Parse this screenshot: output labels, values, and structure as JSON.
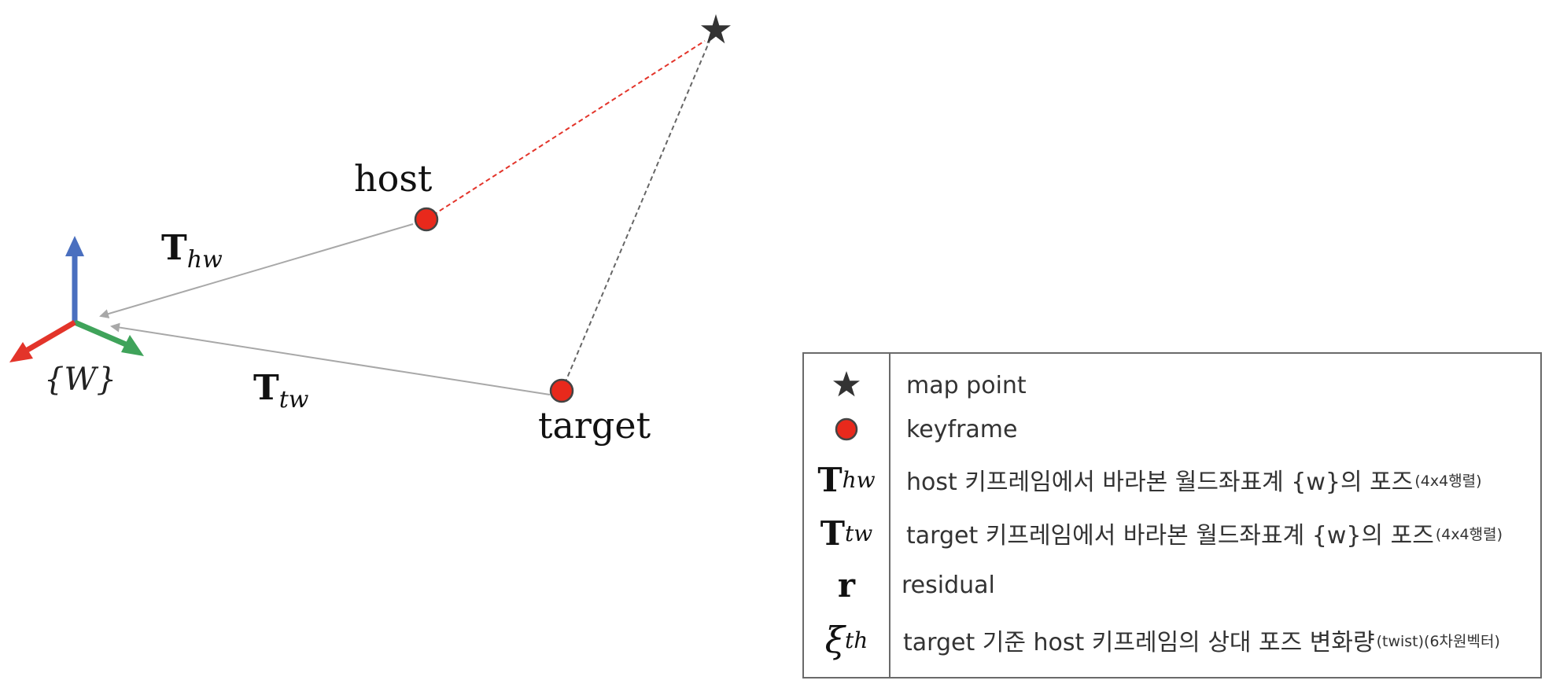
{
  "diagram": {
    "nodes": {
      "host": {
        "label": "host"
      },
      "target": {
        "label": "target"
      },
      "world": {
        "label": "{W}"
      }
    },
    "edges": {
      "t_hw": {
        "main": "T",
        "sub": "hw"
      },
      "t_tw": {
        "main": "T",
        "sub": "tw"
      }
    },
    "colors": {
      "x_axis": "#e3342a",
      "y_axis": "#3fa35a",
      "z_axis": "#4a6fbf",
      "keyframe": "#e8291c",
      "map_point": "#333333",
      "residual_line": "#e3342a",
      "projection_line": "#666666",
      "pose_arrow": "#a8a8a8"
    }
  },
  "legend": {
    "rows": [
      {
        "symbol": "map-point-star",
        "desc": "map point",
        "small": ""
      },
      {
        "symbol": "keyframe-dot",
        "desc": "keyframe",
        "small": ""
      },
      {
        "symbol_main": "T",
        "symbol_sub": "hw",
        "desc": "host 키프레임에서 바라본 월드좌표계 {w}의 포즈",
        "small": "(4x4행렬)"
      },
      {
        "symbol_main": "T",
        "symbol_sub": "tw",
        "desc": "target 키프레임에서 바라본 월드좌표계 {w}의 포즈",
        "small": "(4x4행렬)"
      },
      {
        "symbol_main": "r",
        "symbol_sub": "",
        "desc": "residual",
        "small": ""
      },
      {
        "symbol_main": "ξ",
        "symbol_sub": "th",
        "desc": "target 기준 host 키프레임의 상대 포즈 변화량",
        "small": "(twist)(6차원벡터)"
      }
    ]
  }
}
